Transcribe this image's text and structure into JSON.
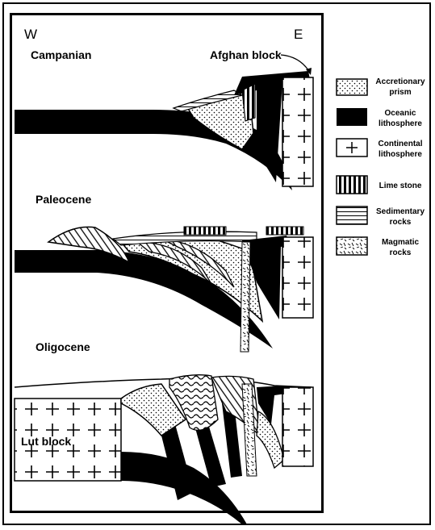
{
  "directions": {
    "west": "W",
    "east": "E"
  },
  "panels": {
    "campanian": "Campanian",
    "paleocene": "Paleocene",
    "oligocene": "Oligocene"
  },
  "annotations": {
    "afghan_block": "Afghan block",
    "lut_block": "Lut block"
  },
  "legend": {
    "accretionary": [
      "Accretionary",
      "prism"
    ],
    "oceanic": [
      "Oceanic",
      "lithosphere"
    ],
    "continental": [
      "Continental",
      "lithosphere"
    ],
    "limestone": [
      "Lime stone"
    ],
    "sedimentary": [
      "Sedimentary",
      "rocks"
    ],
    "magmatic": [
      "Magmatic",
      "rocks"
    ]
  },
  "colors": {
    "ink": "#000000",
    "paper": "#ffffff"
  }
}
